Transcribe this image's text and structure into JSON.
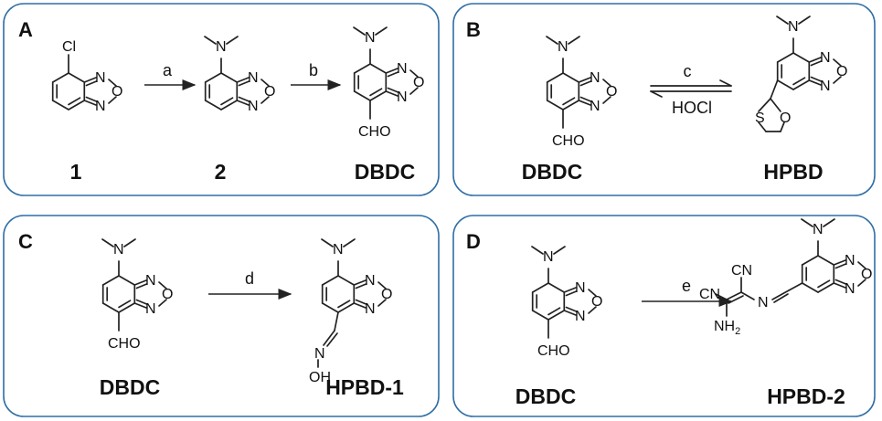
{
  "panels": {
    "A": {
      "letter": "A",
      "reagents": [
        "a",
        "b"
      ],
      "compounds": [
        "1",
        "2",
        "DBDC"
      ],
      "atoms": {
        "chloro": "Cl",
        "aldehyde": "CHO"
      }
    },
    "B": {
      "letter": "B",
      "reagent_forward": "c",
      "reagent_reverse": "HOCl",
      "compounds": [
        "DBDC",
        "HPBD"
      ],
      "atoms": {
        "aldehyde": "CHO",
        "sulfur": "S",
        "oxygen": "O"
      }
    },
    "C": {
      "letter": "C",
      "reagent": "d",
      "compounds": [
        "DBDC",
        "HPBD-1"
      ],
      "atoms": {
        "aldehyde": "CHO",
        "oxime_n": "N",
        "oxime_oh": "OH"
      }
    },
    "D": {
      "letter": "D",
      "reagent": "e",
      "compounds": [
        "DBDC",
        "HPBD-2"
      ],
      "atoms": {
        "aldehyde": "CHO",
        "nitrile": "CN",
        "imine_n": "N",
        "amine": "NH",
        "amine_sub": "2"
      }
    }
  },
  "atoms": {
    "n": "N",
    "o": "O"
  },
  "colors": {
    "panel_border": "#2f6ea6",
    "bond": "#222222"
  }
}
